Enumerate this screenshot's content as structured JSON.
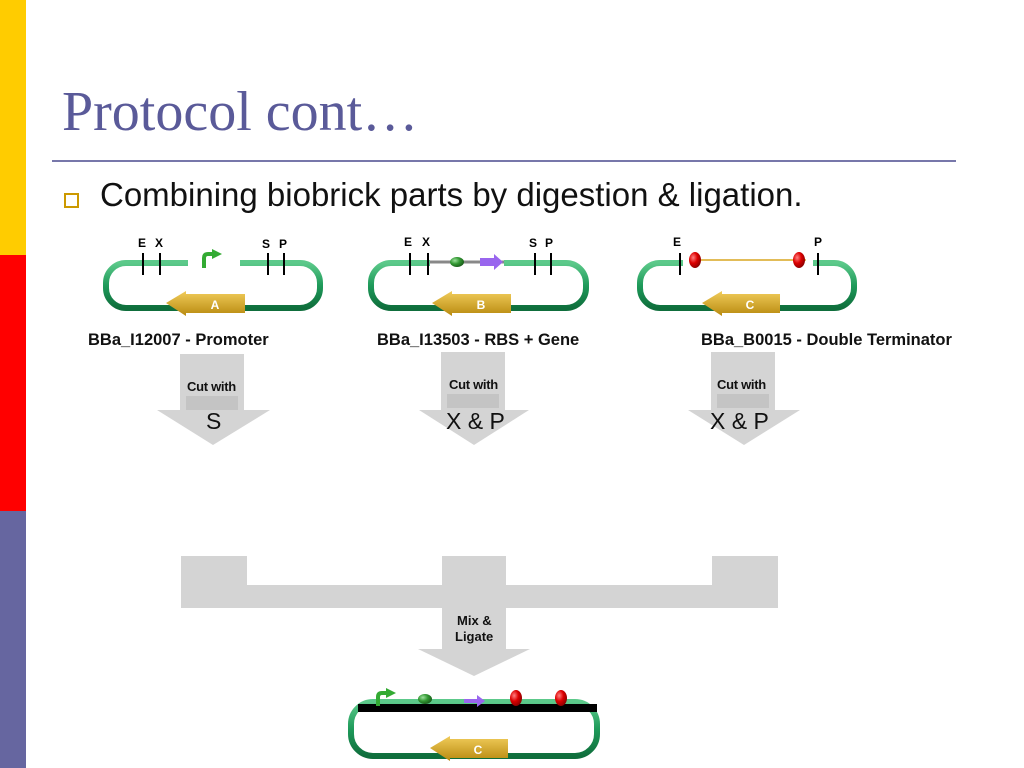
{
  "slide": {
    "title": "Protocol cont…",
    "bullet": "Combining biobrick parts by digestion & ligation."
  },
  "parts": [
    {
      "id": "A",
      "label": "BBa_I12007 - Promoter",
      "cut_label": "Cut with",
      "enzyme": "S",
      "sites": [
        "E",
        "X",
        "S",
        "P"
      ]
    },
    {
      "id": "B",
      "label": "BBa_I13503 - RBS  + Gene",
      "cut_label": "Cut with",
      "enzyme": "X & P",
      "sites": [
        "E",
        "X",
        "S",
        "P"
      ]
    },
    {
      "id": "C",
      "label": "BBa_B0015 - Double Terminator",
      "cut_label": "Cut with",
      "enzyme": "X & P",
      "sites": [
        "E",
        "P"
      ]
    }
  ],
  "combine": {
    "line1": "Mix &",
    "line2": "Ligate"
  },
  "result": {
    "label": "C"
  },
  "colors": {
    "backbone": "#1e9a5a",
    "arrow": "#d4a020",
    "promoter": "#33aa33",
    "rbs": "#339933",
    "gene": "#9966ee",
    "terminator": "#dd0000",
    "flow_arrow": "#d4d4d4"
  }
}
